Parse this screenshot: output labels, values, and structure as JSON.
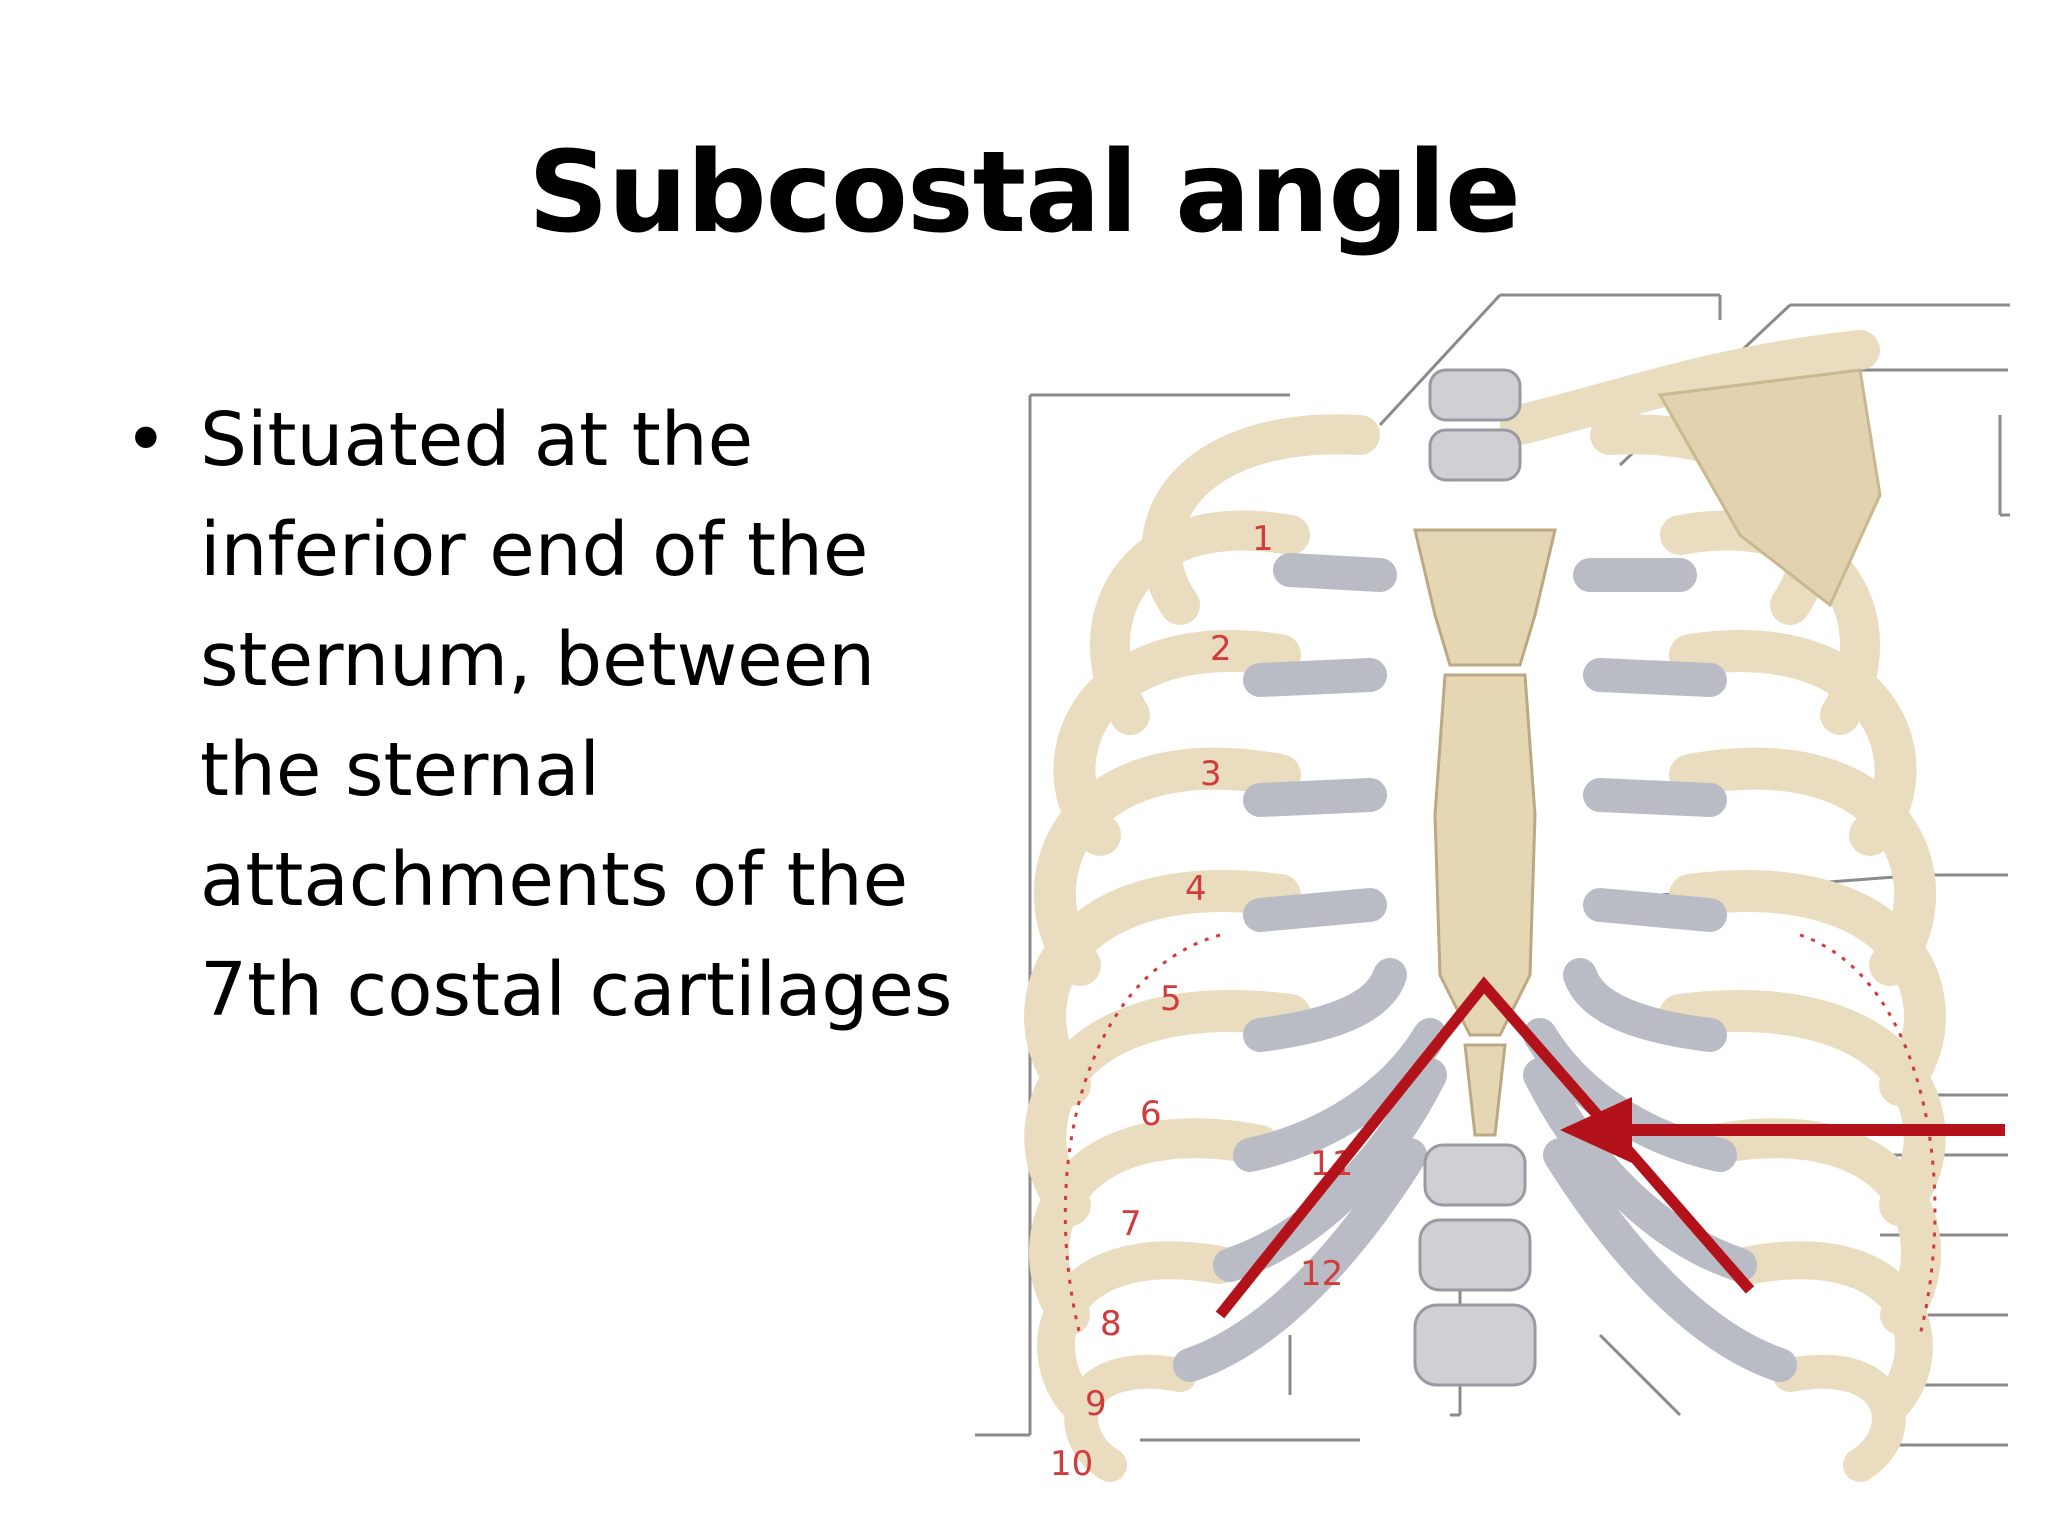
{
  "slide": {
    "title": "Subcostal angle",
    "bullet_symbol": "•",
    "bullets": [
      "Situated at the inferior end of the sternum, between the sternal attachments of the 7th costal cartilages"
    ]
  },
  "figure": {
    "rib_numbers": [
      "1",
      "2",
      "3",
      "4",
      "5",
      "6",
      "7",
      "8",
      "9",
      "10",
      "11",
      "12"
    ],
    "colors": {
      "bone": "#e9dcbf",
      "cartilage": "#b9bcc4",
      "annotation": "#b3121b",
      "leader_line": "#8a8a8a"
    },
    "icons": [
      "rib-cage-illustration",
      "angle-annotation",
      "pointer-arrow"
    ]
  }
}
